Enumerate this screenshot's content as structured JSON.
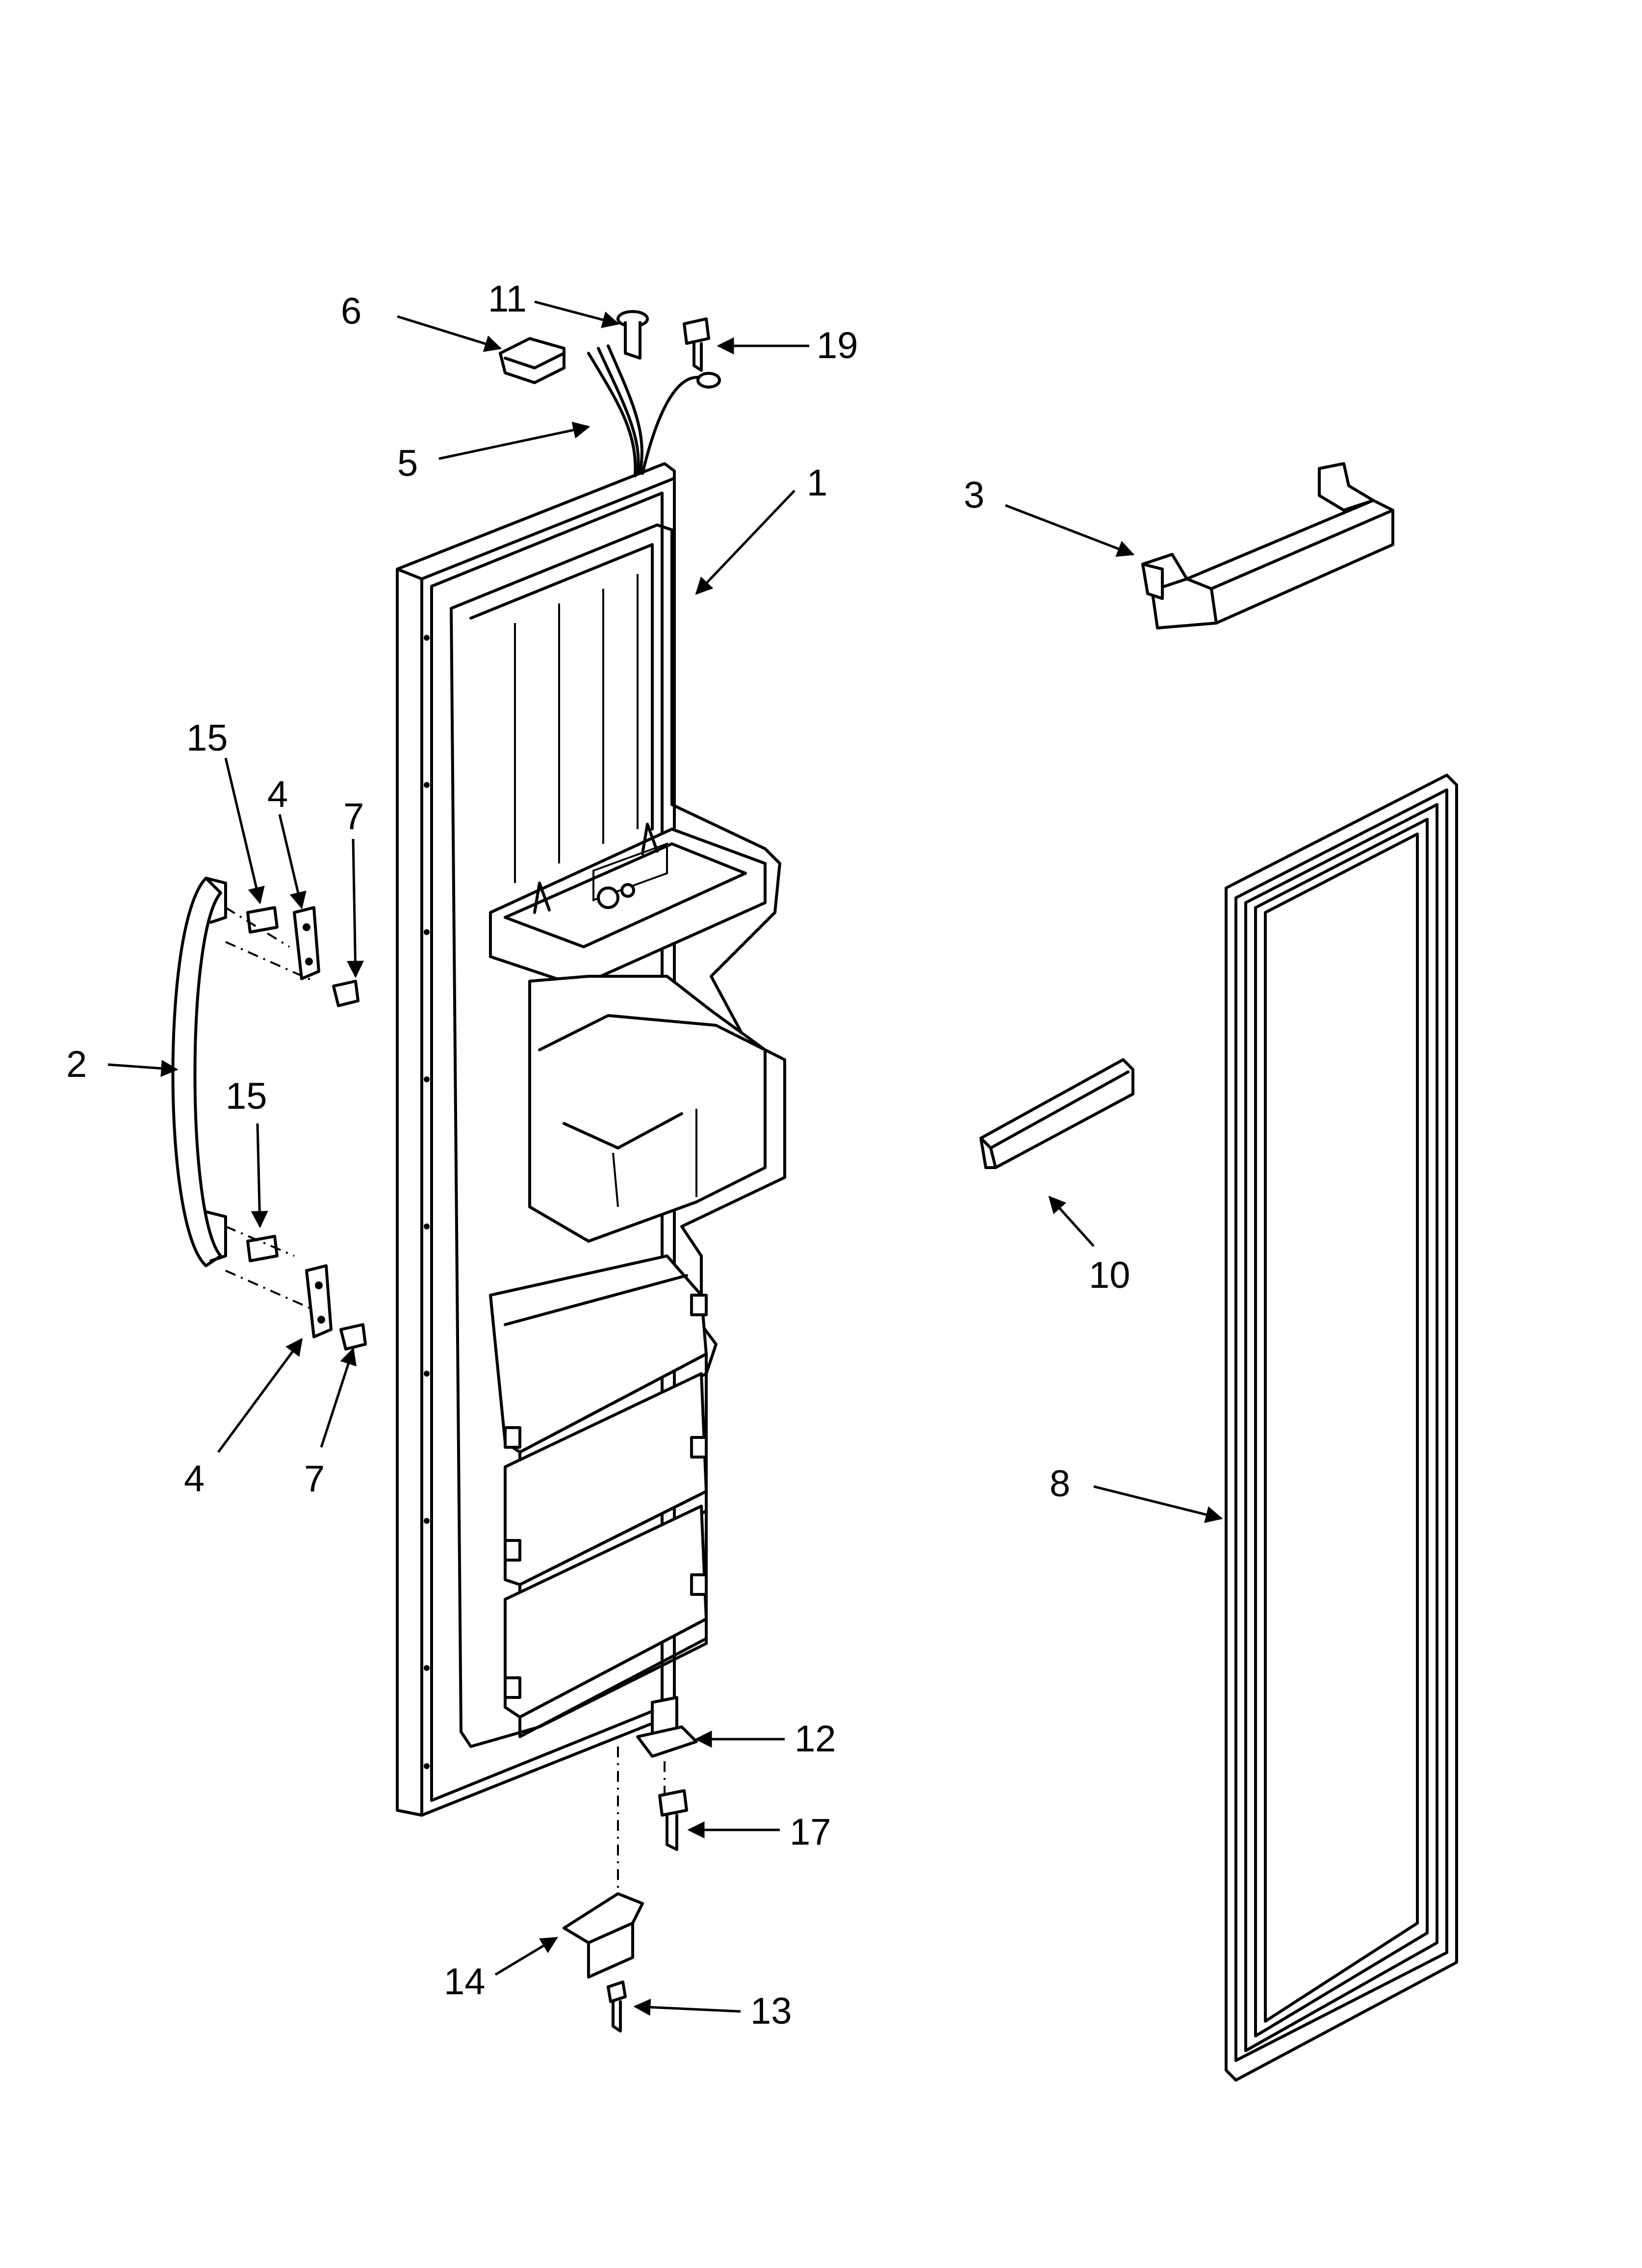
{
  "callouts": {
    "c1": "1",
    "c2": "2",
    "c3": "3",
    "c4a": "4",
    "c4b": "4",
    "c5": "5",
    "c6": "6",
    "c7a": "7",
    "c7b": "7",
    "c8": "8",
    "c10": "10",
    "c11": "11",
    "c12": "12",
    "c13": "13",
    "c14": "14",
    "c15a": "15",
    "c15b": "15",
    "c17": "17",
    "c19": "19"
  },
  "colors": {
    "line": "#000000",
    "background": "#ffffff"
  }
}
